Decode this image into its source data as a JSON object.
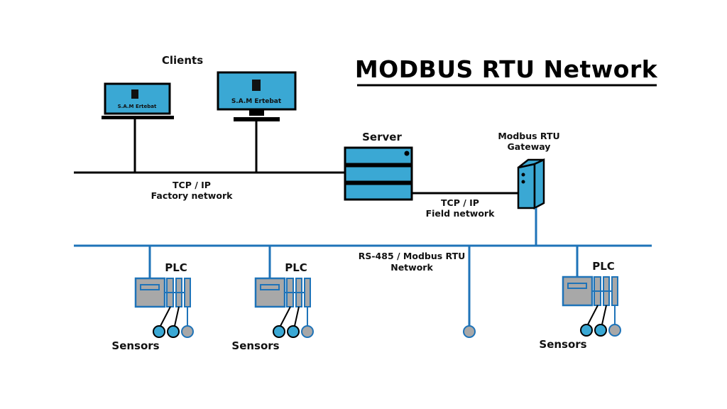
{
  "title": "MODBUS RTU Network",
  "clients": {
    "label": "Clients",
    "logo_text": "S.A.M Ertebat"
  },
  "server": {
    "label": "Server"
  },
  "gateway": {
    "label_line1": "Modbus RTU",
    "label_line2": "Gateway"
  },
  "factory_network": {
    "line1": "TCP / IP",
    "line2": "Factory network"
  },
  "field_network": {
    "line1": "TCP / IP",
    "line2": "Field network"
  },
  "rs485": {
    "line1": "RS-485 / Modbus RTU",
    "line2": "Network"
  },
  "plcs": [
    {
      "label": "PLC",
      "sensors_label": "Sensors"
    },
    {
      "label": "PLC",
      "sensors_label": "Sensors"
    },
    {
      "label": "PLC",
      "sensors_label": "Sensors"
    }
  ],
  "colors": {
    "device_blue": "#3aa8d4",
    "bus_blue": "#1e73b8",
    "plc_gray": "#a8a8a8"
  }
}
